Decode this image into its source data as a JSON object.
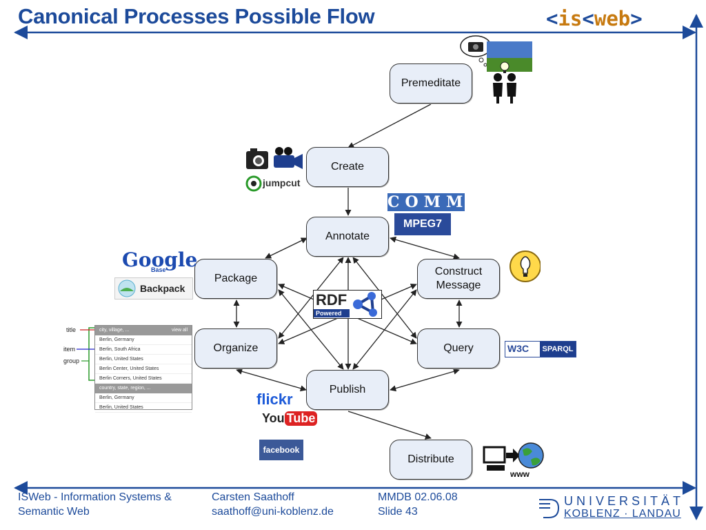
{
  "slide": {
    "title": "Canonical Processes Possible Flow",
    "logo": {
      "open": "<",
      "left": "is",
      "mid": "<",
      "right": "web",
      "close": ">"
    }
  },
  "nodes": {
    "premeditate": "Premeditate",
    "create": "Create",
    "annotate": "Annotate",
    "package": "Package",
    "construct_line1": "Construct",
    "construct_line2": "Message",
    "organize": "Organize",
    "query": "Query",
    "publish": "Publish",
    "distribute": "Distribute"
  },
  "logos": {
    "jumpcut": "jumpcut",
    "google": "Google",
    "google_base": "Base",
    "backpack": "Backpack",
    "rdf": "RDF",
    "rdf_powered": "Powered",
    "comm": "COMM",
    "mpeg7": "MPEG7",
    "w3c": "W3C",
    "sparql": "SPARQL",
    "flickr": "flickr",
    "youtube_you": "You",
    "youtube_tube": "Tube",
    "facebook": "facebook",
    "www": "www"
  },
  "facet_table": {
    "labels": {
      "title": "title",
      "item": "item",
      "group": "group"
    },
    "header1": "city, village, ...",
    "view_all": "view all",
    "rows1": [
      "Berlin, Germany",
      "Berlin, South Africa",
      "Berlin, United States",
      "Berlin Center, United States",
      "Berlin Corners, United States"
    ],
    "header2": "country, state, region, ...",
    "rows2": [
      "Berlin, Germany",
      "Berlin, United States"
    ]
  },
  "footer": {
    "org_line1": "ISWeb - Information Systems &",
    "org_line2": "Semantic Web",
    "author": "Carsten Saathoff",
    "email": "saathoff@uni-koblenz.de",
    "event": "MMDB 02.06.08",
    "slide": "Slide 43",
    "uni_line1": "UNIVERSITÄT",
    "uni_line2": "KOBLENZ · LANDAU"
  },
  "colors": {
    "accent": "#1c4a9a",
    "node_fill": "#e8eef8",
    "logo_mid": "#c77a10"
  }
}
